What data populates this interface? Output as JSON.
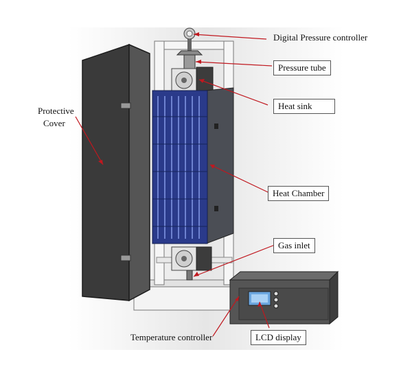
{
  "labels": {
    "digital_pressure_controller": "Digital Pressure controller",
    "pressure_tube": "Pressure tube",
    "heat_sink": "Heat sink",
    "protective_cover_line1": "Protective",
    "protective_cover_line2": "Cover",
    "heat_chamber": "Heat Chamber",
    "gas_inlet": "Gas inlet",
    "temperature_controller": "Temperature controller",
    "lcd_display": "LCD display"
  },
  "colors": {
    "leader_line": "#c0181f",
    "chamber_blue": "#2a3a8a",
    "cover_dark": "#3a3a3a",
    "frame_light": "#ececec"
  }
}
